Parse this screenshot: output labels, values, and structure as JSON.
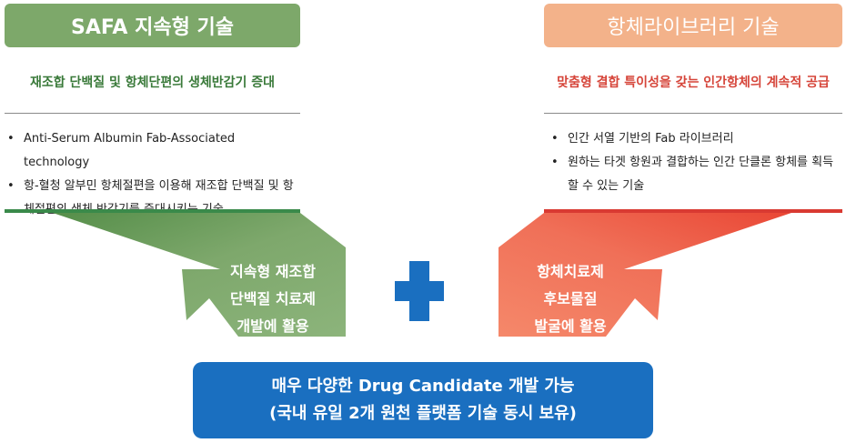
{
  "left": {
    "title": "SAFA 지속형 기술",
    "subtitle": "재조합 단백질 및 항체단편의 생체반감기 증대",
    "bullets": [
      "Anti-Serum Albumin Fab-Associated technology",
      "항-혈청 알부민 항체절편을 이용해 재조합 단백질 및 항체절편의 생체 반감기를 증대시키는 기술"
    ],
    "arrow_lines": [
      "지속형 재조합",
      "단백질 치료제",
      "개발에 활용"
    ],
    "colors": {
      "title": "#7da86a",
      "accent": "#3a8a4a",
      "arrow": "#7da86a"
    }
  },
  "right": {
    "title": "항체라이브러리 기술",
    "subtitle": "맞춤형 결합 특이성을 갖는 인간항체의 계속적 공급",
    "bullets": [
      "인간 서열 기반의 Fab 라이브러리",
      "원하는 타겟 항원과 결합하는 인간 단클론 항체를 획득 할 수 있는 기술"
    ],
    "arrow_lines": [
      "항체치료제",
      "후보물질",
      "발굴에 활용"
    ],
    "colors": {
      "title": "#f3b28a",
      "accent": "#d93a32",
      "arrow": "#f07a58"
    }
  },
  "plus_icon": "plus-icon",
  "bottom": {
    "line1": "매우 다양한 Drug Candidate 개발 가능",
    "line2": "(국내 유일 2개 원천 플랫폼 기술 동시 보유)",
    "color": "#1a6fc0"
  }
}
